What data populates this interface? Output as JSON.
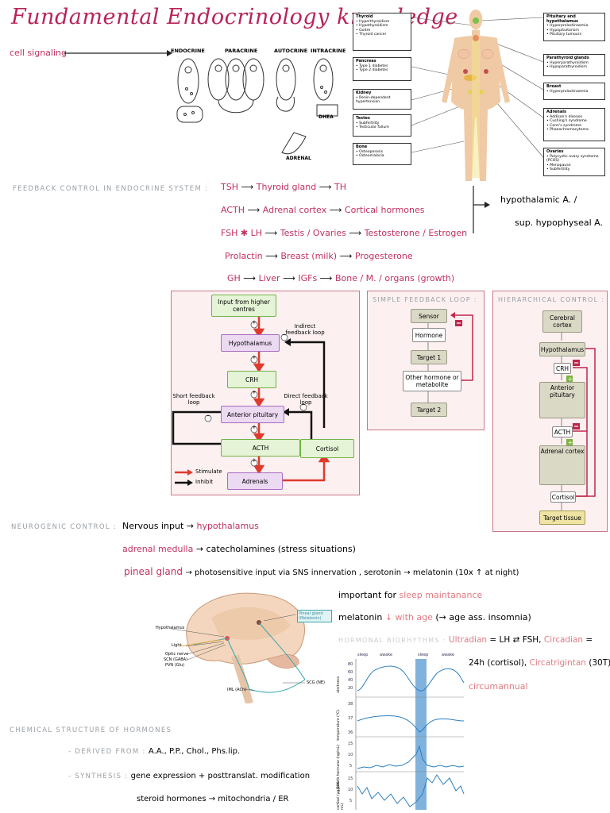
{
  "title": "Fundamental Endocrinology knowledge",
  "cell_signaling": {
    "label": "cell signaling",
    "types": [
      "ENDOCRINE",
      "PARACRINE",
      "AUTOCRINE",
      "INTRACRINE"
    ],
    "dhea": "DHEA",
    "adrenal": "ADRENAL"
  },
  "organs": {
    "thyroid": {
      "title": "Thyroid",
      "items": [
        "• Hyperthyroidism",
        "• Hypothyroidism",
        "• Goitre",
        "• Thyroid cancer"
      ]
    },
    "pancreas": {
      "title": "Pancreas",
      "items": [
        "• Type 1 diabetes",
        "• Type 2 diabetes"
      ]
    },
    "kidney": {
      "title": "Kidney",
      "items": [
        "• Renin-dependent hypertension"
      ]
    },
    "testes": {
      "title": "Testes",
      "items": [
        "• Subfertility",
        "• Testicular failure"
      ]
    },
    "bone": {
      "title": "Bone",
      "items": [
        "• Osteoporosis",
        "• Osteomalacia"
      ]
    },
    "pituitary": {
      "title": "Pituitary and hypothalamus",
      "items": [
        "• Hyperprolactinaemia",
        "• Hypopituitarism",
        "• Pituitary tumours"
      ]
    },
    "parathyroid": {
      "title": "Parathyroid glands",
      "items": [
        "• Hyperparathyroidism",
        "• Hypoparathyroidism"
      ]
    },
    "breast": {
      "title": "Breast",
      "items": [
        "• Hyperprolactinaemia"
      ]
    },
    "adrenals": {
      "title": "Adrenals",
      "items": [
        "• Addison's disease",
        "• Cushing's syndrome",
        "• Conn's syndrome",
        "• Phaeochromocytoma"
      ]
    },
    "ovaries": {
      "title": "Ovaries",
      "items": [
        "• Polycystic ovary syndrome (PCOS)",
        "• Menopause",
        "• Subfertility"
      ]
    }
  },
  "feedback": {
    "label": "FEEDBACK CONTROL IN ENDOCRINE SYSTEM :",
    "rows": [
      {
        "a": "TSH",
        "b": "Thyroid gland",
        "c": "TH"
      },
      {
        "a": "ACTH",
        "b": "Adrenal cortex",
        "c": "Cortical hormones"
      },
      {
        "a": "FSH  ✱  LH",
        "b": "Testis / Ovaries",
        "c": "Testosterone / Estrogen"
      },
      {
        "a": "Prolactin",
        "b": "Breast (milk)",
        "c": "Progesterone"
      },
      {
        "a": "GH",
        "b": "Liver",
        "c": "IGFs",
        "d": "Bone / M. / organs  (growth)"
      }
    ],
    "note1": "hypothalamic A. /",
    "note2": "sup. hypophyseal A."
  },
  "axis_diagram": {
    "input": "Input from higher centres",
    "hypothalamus": "Hypothalamus",
    "crh": "CRH",
    "anterior_pituitary": "Anterior pituitary",
    "acth": "ACTH",
    "adrenals": "Adrenals",
    "cortisol": "Cortisol",
    "indirect": "Indirect feedback loop",
    "direct": "Direct feedback loop",
    "short": "Short feedback loop",
    "stimulate": "Stimulate",
    "inhibit": "Inhibit",
    "plus": "+",
    "minus": "−"
  },
  "simple_loop": {
    "title": "SIMPLE FEEDBACK LOOP :",
    "sensor": "Sensor",
    "hormone": "Hormone",
    "target1": "Target 1",
    "other": "Other hormone or metabolite",
    "target2": "Target 2"
  },
  "hierarchical": {
    "title": "HIERARCHICAL CONTROL :",
    "cortex": "Cerebral cortex",
    "hypothalamus": "Hypothalamus",
    "crh": "CRH",
    "anterior_pituitary": "Anterior pituitary",
    "acth": "ACTH",
    "adrenal_cortex": "Adrenal cortex",
    "cortisol": "Cortisol",
    "target": "Target tissue"
  },
  "neurogenic": {
    "label": "NEUROGENIC CONTROL :",
    "line1a": "Nervous input →",
    "line1b": "hypothalamus",
    "line2a": "adrenal medulla",
    "line2b": "→ catecholamines (stress situations)",
    "line3a": "pineal gland",
    "line3b": "→ photosensitive input via SNS innervation ,  serotonin → melatonin (10x ↑ at night)"
  },
  "brain": {
    "pineal": "Pineal gland (Melatonin)",
    "hypothalamus": "Hypothalamus",
    "light": "Light",
    "optic": "Optic nerve",
    "scn": "SCN (GABA)",
    "pvn": "PVN (Glu)",
    "scg": "SCG (NE)",
    "iml": "IML (ACh)"
  },
  "melatonin": {
    "line1a": "important for",
    "line1b": "sleep maintanance",
    "line2a": "melatonin",
    "line2b": "↓ with age",
    "line2c": "(→ age ass. insomnia)",
    "biorhythm_label": "HORMONAL BIORHYTHMS :",
    "ultradian": "Ultradian",
    "ultradian_def": "= LH ⇄ FSH,",
    "circadian": "Circadian",
    "circadian_def": "=",
    "line4a": "24h (cortisol),",
    "line4b": "Circatrigintan",
    "line4c": "(30T),",
    "line5": "circumannual"
  },
  "chem": {
    "label": "CHEMICAL STRUCTURE OF HORMONES",
    "derived_label": "- DERIVED FROM :",
    "derived": "A.A., P.P., Chol., Phs.lip.",
    "synth_label": "- SYNTHESIS :",
    "synth": "gene expression + posttranslat. modification",
    "steroid": "steroid hormones → mitochondria / ER"
  },
  "chart_data": {
    "type": "line",
    "title": "",
    "top_labels": [
      "sleep",
      "awake",
      "sleep",
      "awake"
    ],
    "panels": [
      {
        "ylabel": "alertness",
        "yticks": [
          80,
          60,
          40,
          20
        ]
      },
      {
        "ylabel": "temperature (°C)",
        "yticks": [
          38,
          37,
          36
        ]
      },
      {
        "ylabel": "growth hormone (ng/mL)",
        "yticks": [
          15,
          10,
          5
        ]
      },
      {
        "ylabel": "cortisol (µg/100 mL)",
        "yticks": [
          15,
          10,
          5
        ]
      }
    ]
  },
  "colors": {
    "accent": "#b8245a",
    "pink": "#c0325f",
    "light_pink": "#e07a82",
    "grey": "#9aa0a6",
    "green": "#74b24a",
    "purple": "#a86cc1",
    "red": "#e03a2d"
  }
}
